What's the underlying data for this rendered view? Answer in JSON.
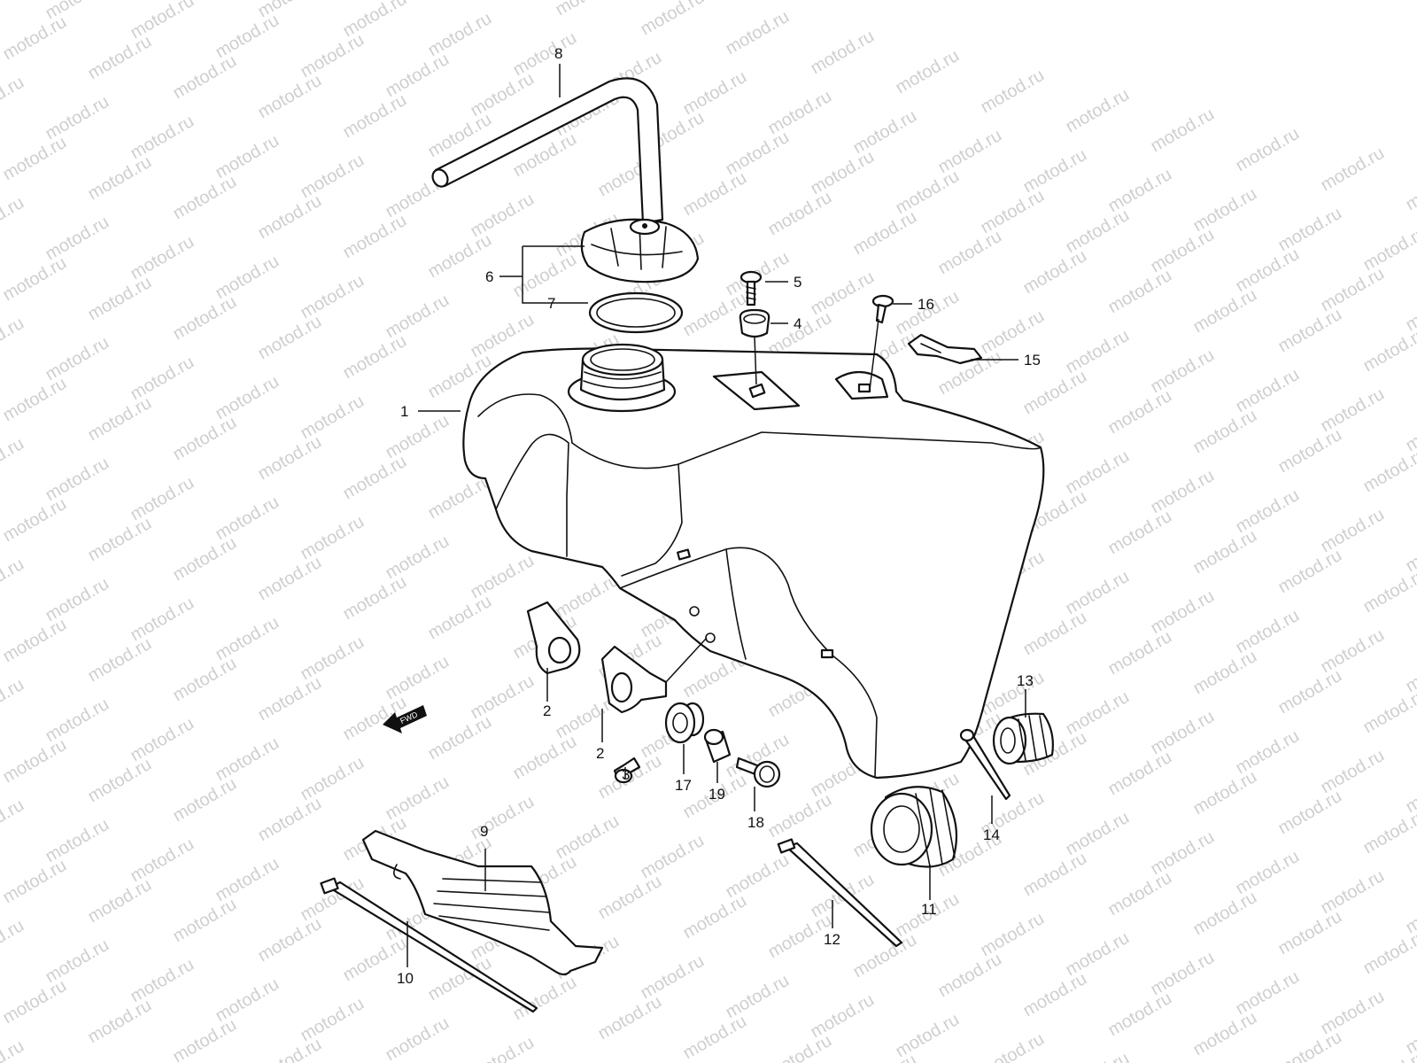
{
  "watermark": {
    "text": "motod.ru"
  },
  "fwd_arrow": {
    "label": "FWD"
  },
  "callouts": [
    {
      "id": "1",
      "text": "1"
    },
    {
      "id": "2a",
      "text": "2"
    },
    {
      "id": "2b",
      "text": "2"
    },
    {
      "id": "3",
      "text": "3"
    },
    {
      "id": "4",
      "text": "4"
    },
    {
      "id": "5",
      "text": "5"
    },
    {
      "id": "6",
      "text": "6"
    },
    {
      "id": "7",
      "text": "7"
    },
    {
      "id": "8",
      "text": "8"
    },
    {
      "id": "9",
      "text": "9"
    },
    {
      "id": "10",
      "text": "10"
    },
    {
      "id": "11",
      "text": "11"
    },
    {
      "id": "12",
      "text": "12"
    },
    {
      "id": "13",
      "text": "13"
    },
    {
      "id": "14",
      "text": "14"
    },
    {
      "id": "15",
      "text": "15"
    },
    {
      "id": "16",
      "text": "16"
    },
    {
      "id": "17",
      "text": "17"
    },
    {
      "id": "18",
      "text": "18"
    },
    {
      "id": "19",
      "text": "19"
    }
  ]
}
